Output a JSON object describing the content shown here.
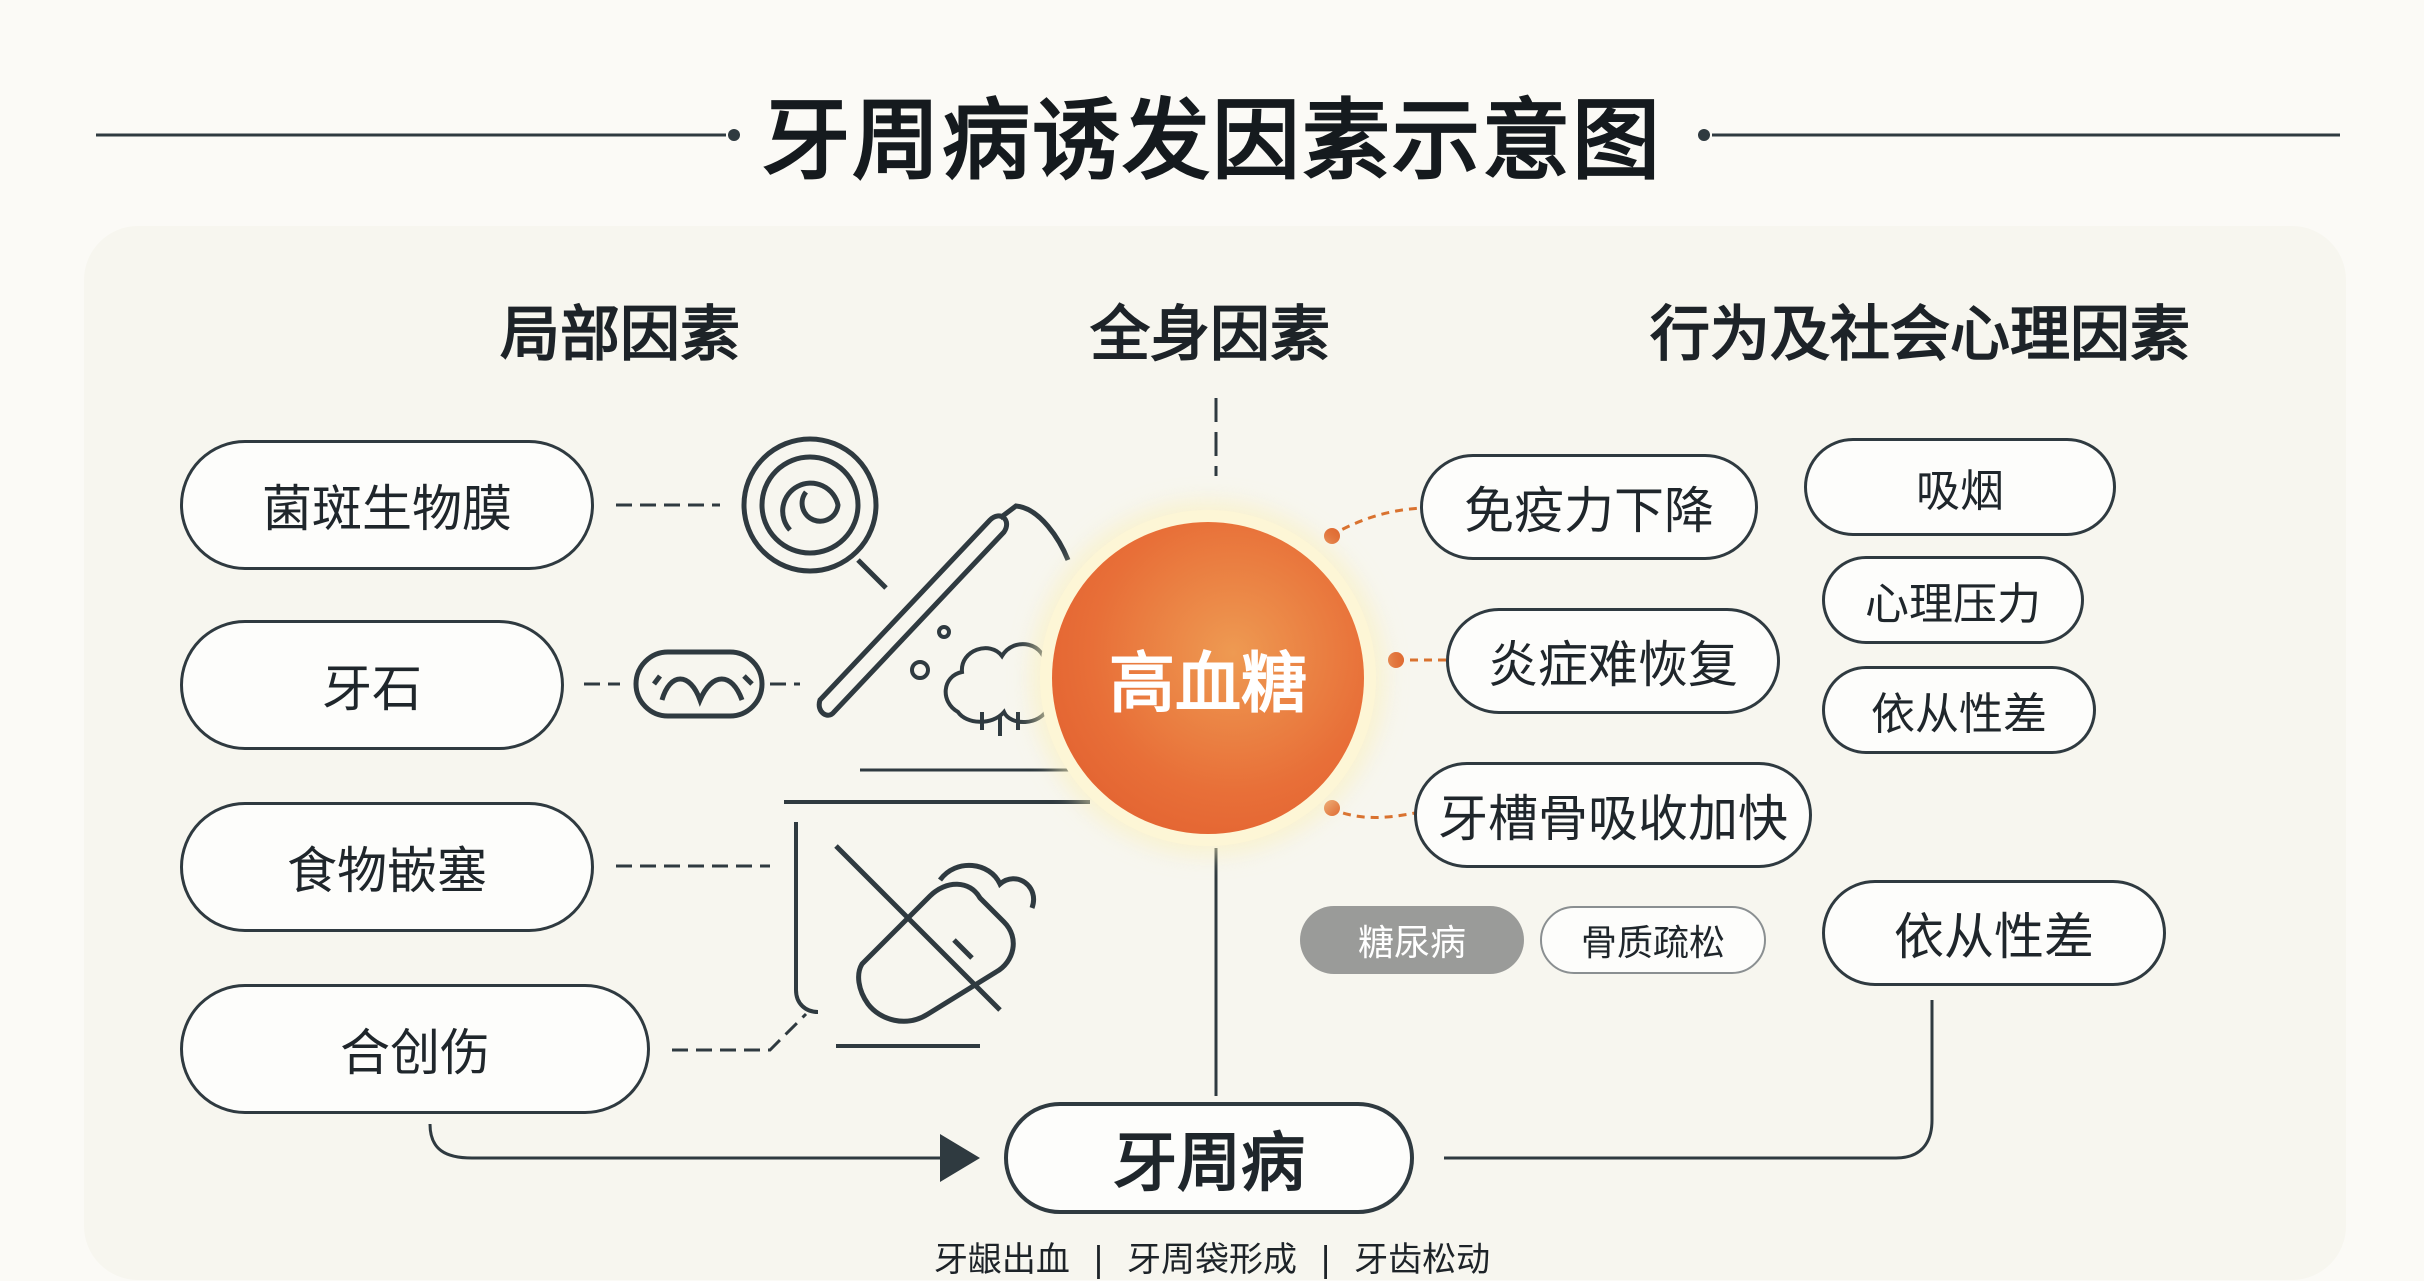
{
  "title": "牙周病诱发因素示意图",
  "columns": {
    "local": "局部因素",
    "systemic": "全身因素",
    "behavioral": "行为及社会心理因素"
  },
  "local_factors": [
    "菌斑生物膜",
    "牙石",
    "食物嵌塞",
    "合创伤"
  ],
  "center": "高血糖",
  "systemic_effects": [
    "免疫力下降",
    "炎症难恢复",
    "牙槽骨吸收加快"
  ],
  "systemic_tags": [
    "糖尿病",
    "骨质疏松"
  ],
  "behavioral_factors": [
    "吸烟",
    "心理压力",
    "依从性差",
    "依从性差"
  ],
  "outcome": "牙周病",
  "symptoms": [
    "牙龈出血",
    "牙周袋形成",
    "牙齿松动"
  ],
  "separator": "|",
  "colors": {
    "accent": "#e86f38",
    "line": "#2f3a40",
    "tag": "#9a9b99"
  }
}
